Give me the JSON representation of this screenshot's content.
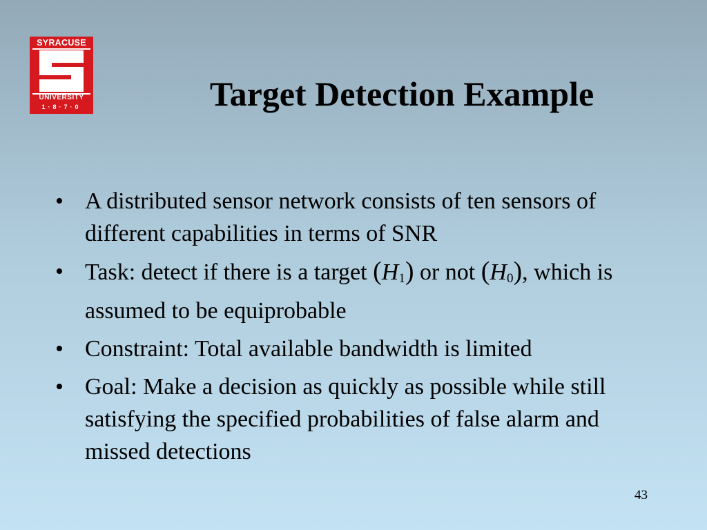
{
  "logo": {
    "top_text": "SYRACUSE",
    "middle_text": "UNIVERSITY",
    "year_text": "1·8·7·0"
  },
  "slide": {
    "title": "Target Detection Example",
    "bullets": [
      {
        "text": "A distributed sensor network consists of ten sensors of different capabilities in terms of SNR"
      },
      {
        "part1": "Task: detect if there is a target ",
        "h1_letter": "H",
        "h1_sub": "1",
        "part2": " or not ",
        "h0_letter": "H",
        "h0_sub": "0",
        "part3": ", which is assumed to be equiprobable"
      },
      {
        "text": "Constraint: Total available bandwidth is limited"
      },
      {
        "text": "Goal: Make a decision as quickly as possible while still satisfying the specified probabilities of false alarm and missed detections"
      }
    ],
    "bullet_symbol": "•",
    "page_number": "43"
  },
  "colors": {
    "logo_red": "#d6191f",
    "background_top": "#93a9b8",
    "background_bottom": "#c3e2f3"
  }
}
